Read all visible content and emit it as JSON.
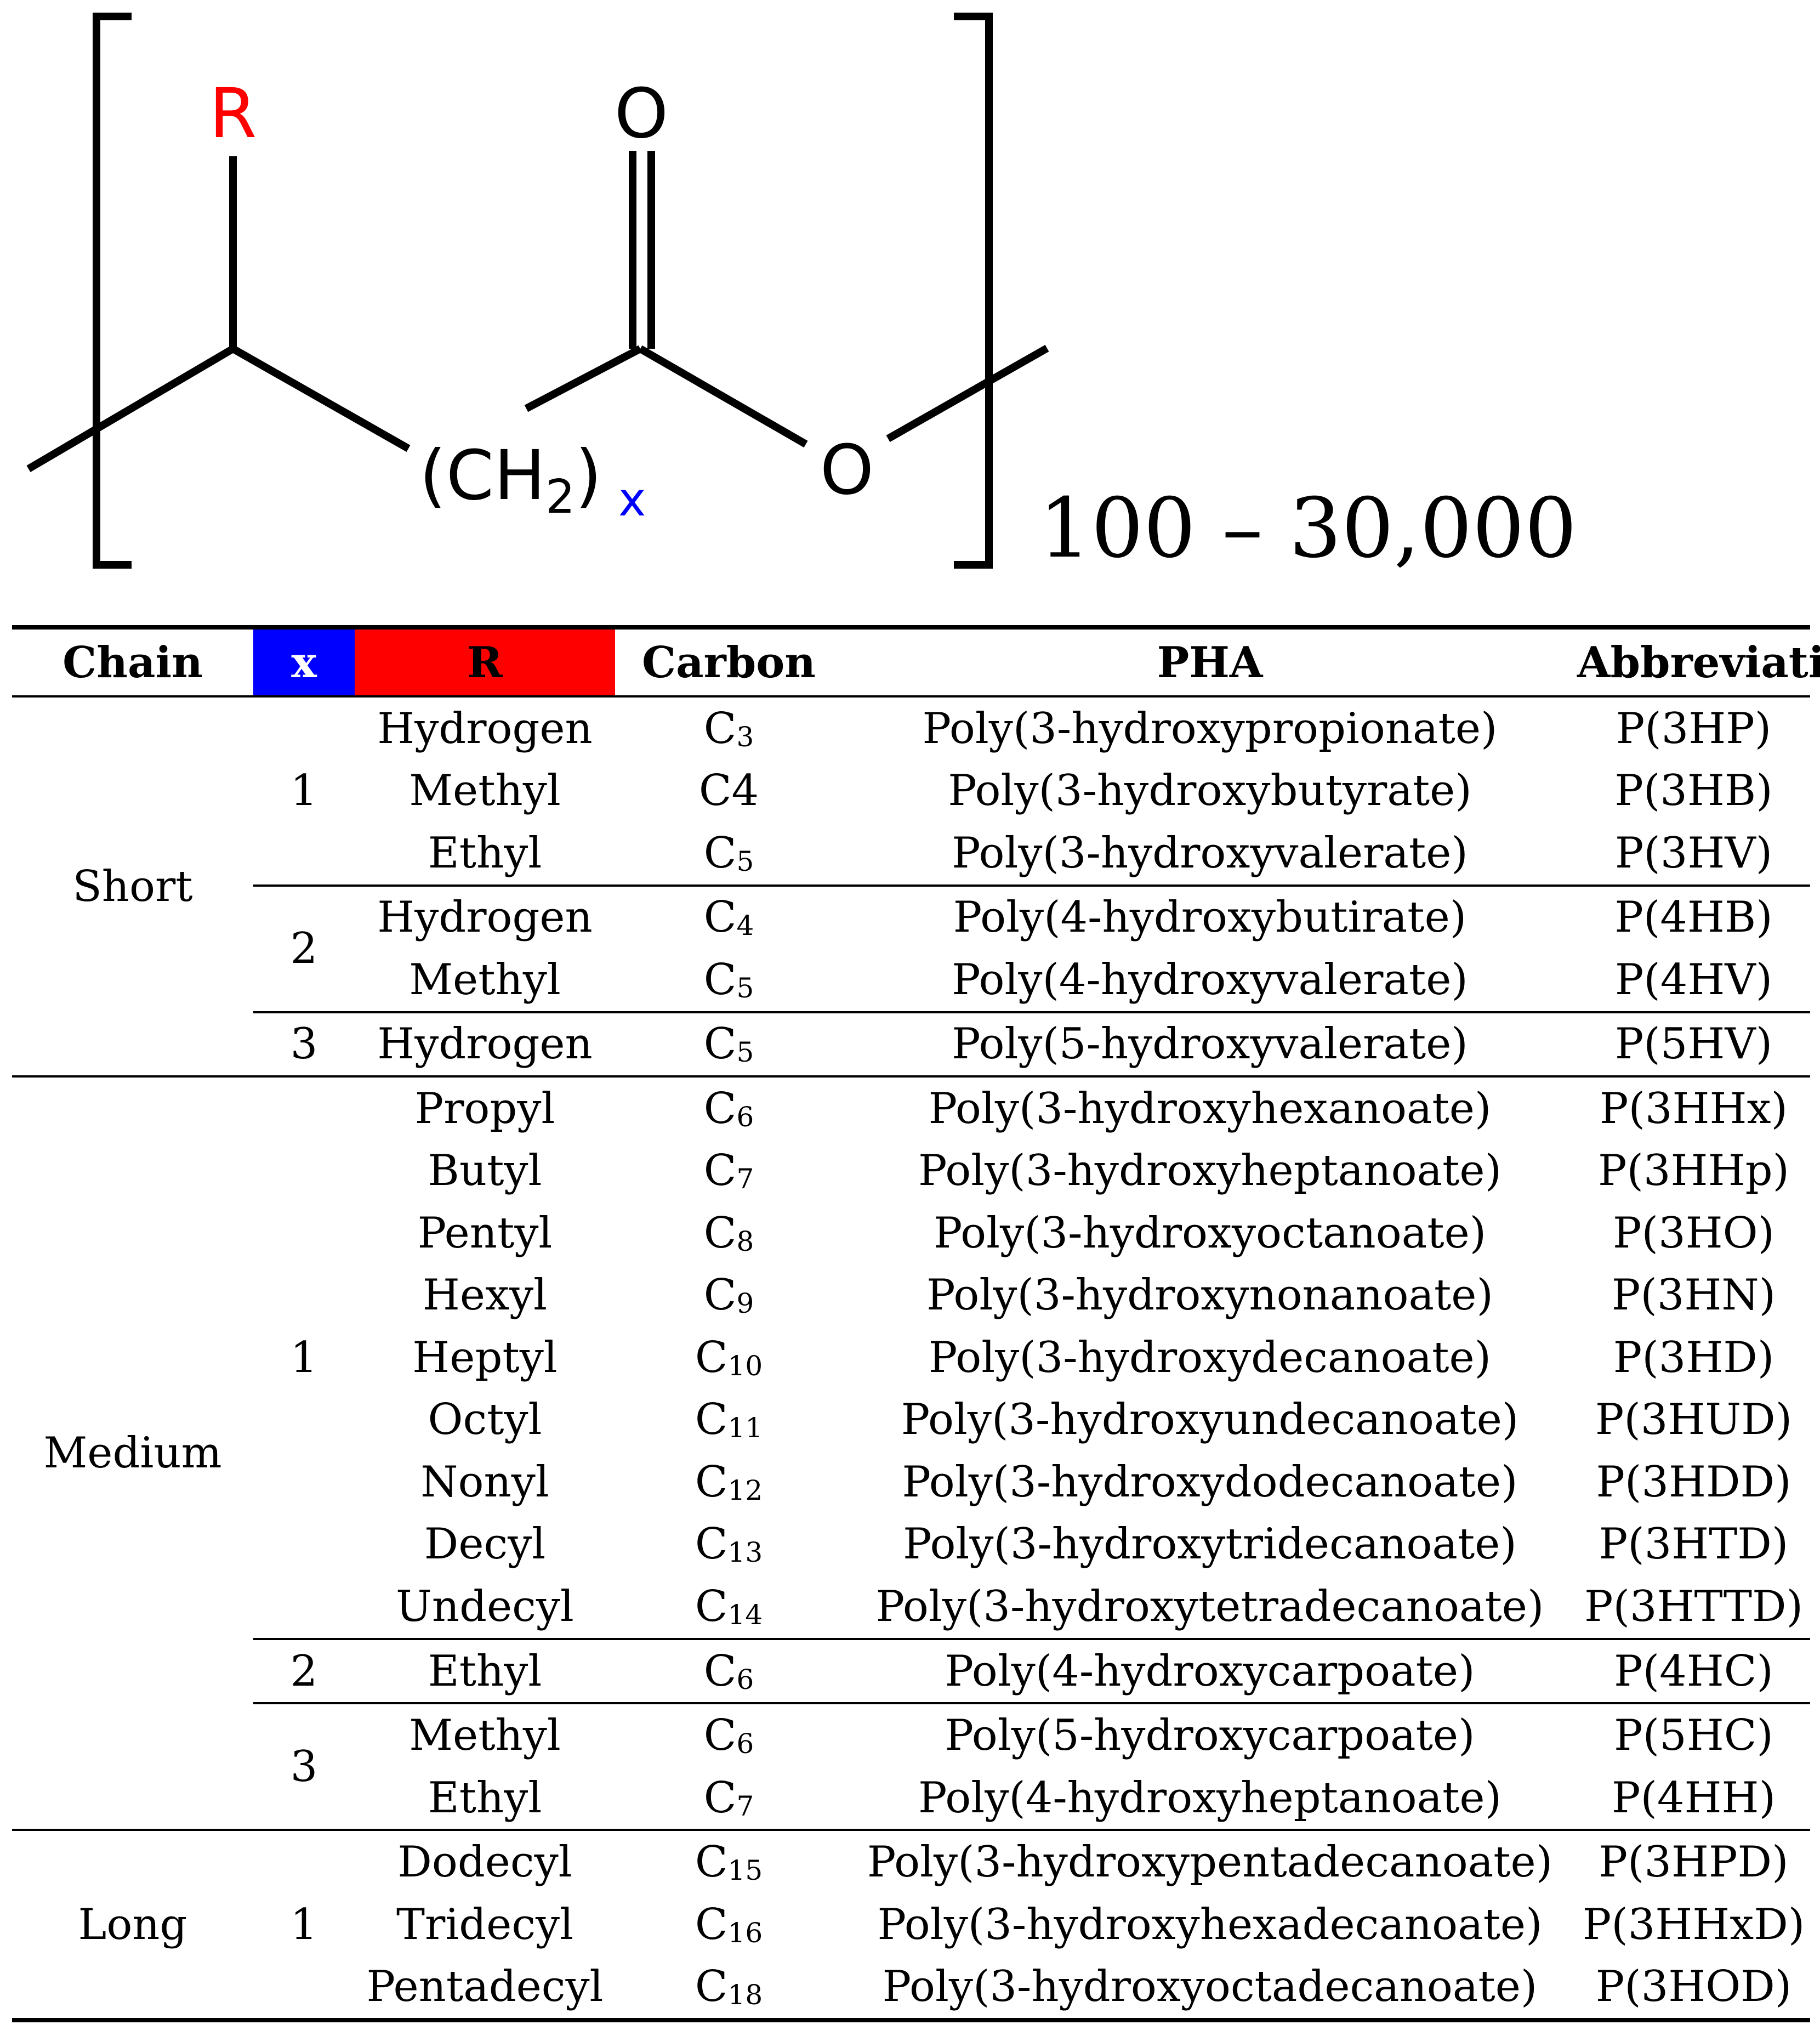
{
  "structure": {
    "r_label": "R",
    "o_top": "O",
    "o_ester": "O",
    "ch2_text": "(CH",
    "ch2_sub": "2",
    "ch2_close": ")",
    "x_label": "x",
    "repeat_label": "100 – 30,000",
    "colors": {
      "r": "#ff0000",
      "x": "#0000ff",
      "bond": "#000000"
    }
  },
  "table": {
    "headers": {
      "chain": "Chain",
      "x": "x",
      "r": "R",
      "carbon": "Carbon",
      "pha": "PHA",
      "abbreviation": "Abbreviation"
    },
    "header_colors": {
      "x_bg": "#0000ff",
      "r_bg": "#ff0000"
    },
    "rows": [
      {
        "chain": "Short",
        "x": "1",
        "r": "Hydrogen",
        "c": "C",
        "n": "3",
        "pha": "Poly(3-hydroxypropionate)",
        "abbr": "P(3HP)"
      },
      {
        "r": "Methyl",
        "c": "C4",
        "n": "",
        "pha": "Poly(3-hydroxybutyrate)",
        "abbr": "P(3HB)"
      },
      {
        "r": "Ethyl",
        "c": "C",
        "n": "5",
        "pha": "Poly(3-hydroxyvalerate)",
        "abbr": "P(3HV)"
      },
      {
        "x": "2",
        "r": "Hydrogen",
        "c": "C",
        "n": "4",
        "pha": "Poly(4-hydroxybutirate)",
        "abbr": "P(4HB)"
      },
      {
        "r": "Methyl",
        "c": "C",
        "n": "5",
        "pha": "Poly(4-hydroxyvalerate)",
        "abbr": "P(4HV)"
      },
      {
        "x": "3",
        "r": "Hydrogen",
        "c": "C",
        "n": "5",
        "pha": "Poly(5-hydroxyvalerate)",
        "abbr": "P(5HV)"
      },
      {
        "chain": "Medium",
        "x": "1",
        "r": "Propyl",
        "c": "C",
        "n": "6",
        "pha": "Poly(3-hydroxyhexanoate)",
        "abbr": "P(3HHx)"
      },
      {
        "r": "Butyl",
        "c": "C",
        "n": "7",
        "pha": "Poly(3-hydroxyheptanoate)",
        "abbr": "P(3HHp)"
      },
      {
        "r": "Pentyl",
        "c": "C",
        "n": "8",
        "pha": "Poly(3-hydroxyoctanoate)",
        "abbr": "P(3HO)"
      },
      {
        "r": "Hexyl",
        "c": "C",
        "n": "9",
        "pha": "Poly(3-hydroxynonanoate)",
        "abbr": "P(3HN)"
      },
      {
        "r": "Heptyl",
        "c": "C",
        "n": "10",
        "pha": "Poly(3-hydroxydecanoate)",
        "abbr": "P(3HD)"
      },
      {
        "r": "Octyl",
        "c": "C",
        "n": "11",
        "pha": "Poly(3-hydroxyundecanoate)",
        "abbr": "P(3HUD)"
      },
      {
        "r": "Nonyl",
        "c": "C",
        "n": "12",
        "pha": "Poly(3-hydroxydodecanoate)",
        "abbr": "P(3HDD)"
      },
      {
        "r": "Decyl",
        "c": "C",
        "n": "13",
        "pha": "Poly(3-hydroxytridecanoate)",
        "abbr": "P(3HTD)"
      },
      {
        "r": "Undecyl",
        "c": "C",
        "n": "14",
        "pha": "Poly(3-hydroxytetradecanoate)",
        "abbr": "P(3HTTD)"
      },
      {
        "x": "2",
        "r": "Ethyl",
        "c": "C",
        "n": "6",
        "pha": "Poly(4-hydroxycarpoate)",
        "abbr": "P(4HC)"
      },
      {
        "x": "3",
        "r": "Methyl",
        "c": "C",
        "n": "6",
        "pha": "Poly(5-hydroxycarpoate)",
        "abbr": "P(5HC)"
      },
      {
        "r": "Ethyl",
        "c": "C",
        "n": "7",
        "pha": "Poly(4-hydroxyheptanoate)",
        "abbr": "P(4HH)"
      },
      {
        "chain": "Long",
        "x": "1",
        "r": "Dodecyl",
        "c": "C",
        "n": "15",
        "pha": "Poly(3-hydroxypentadecanoate)",
        "abbr": "P(3HPD)"
      },
      {
        "r": "Tridecyl",
        "c": "C",
        "n": "16",
        "pha": "Poly(3-hydroxyhexadecanoate)",
        "abbr": "P(3HHxD)"
      },
      {
        "r": "Pentadecyl",
        "c": "C",
        "n": "18",
        "pha": "Poly(3-hydroxyoctadecanoate)",
        "abbr": "P(3HOD)"
      }
    ]
  }
}
